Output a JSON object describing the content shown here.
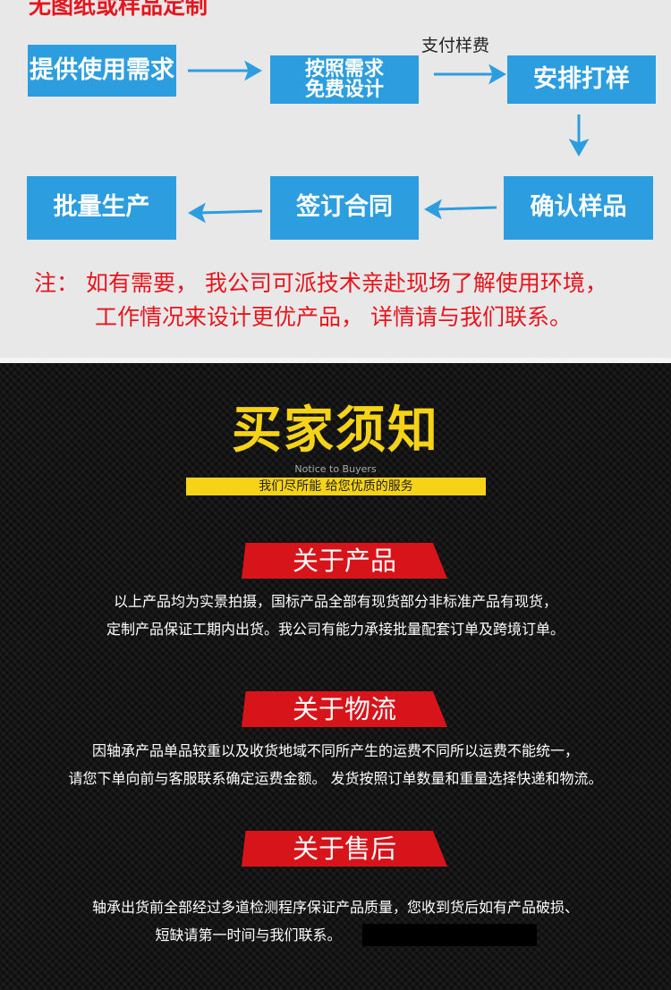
{
  "process": {
    "title": "无图纸或样品定制",
    "steps": [
      "提供使用需求",
      "按照需求\n免费设计",
      "安排打样",
      "确认样品",
      "签订合同",
      "批量生产"
    ],
    "step2_line1": "按照需求",
    "step2_line2": "免费设计",
    "pay_label": "支付样费",
    "note_line1": "注：  如有需要，  我公司可派技术亲赴现场了解使用环境，",
    "note_line2": "工作情况来设计更优产品，  详情请与我们联系。",
    "colors": {
      "box": "#2c9ee0",
      "text_red": "#e8141c"
    }
  },
  "notice": {
    "title": "买家须知",
    "subtitle_en": "Notice to Buyers",
    "tagline": "我们尽所能 给您优质的服务",
    "sections": [
      {
        "heading": "关于产品",
        "lines": [
          "以上产品均为实景拍摄，国标产品全部有现货部分非标准产品有现货，",
          "定制产品保证工期内出货。我公司有能力承接批量配套订单及跨境订单。"
        ]
      },
      {
        "heading": "关于物流",
        "lines": [
          "因轴承产品单品较重以及收货地域不同所产生的运费不同所以运费不能统一，",
          "请您下单向前与客服联系确定运费金额。 发货按照订单数量和重量选择快递和物流。"
        ]
      },
      {
        "heading": "关于售后",
        "lines": [
          "轴承出货前全部经过多道检测程序保证产品质量，您收到货后如有产品破损、",
          "短缺请第一时间与我们联系。"
        ]
      }
    ],
    "colors": {
      "title": "#f6d317",
      "ribbon": "#d8141b"
    }
  }
}
